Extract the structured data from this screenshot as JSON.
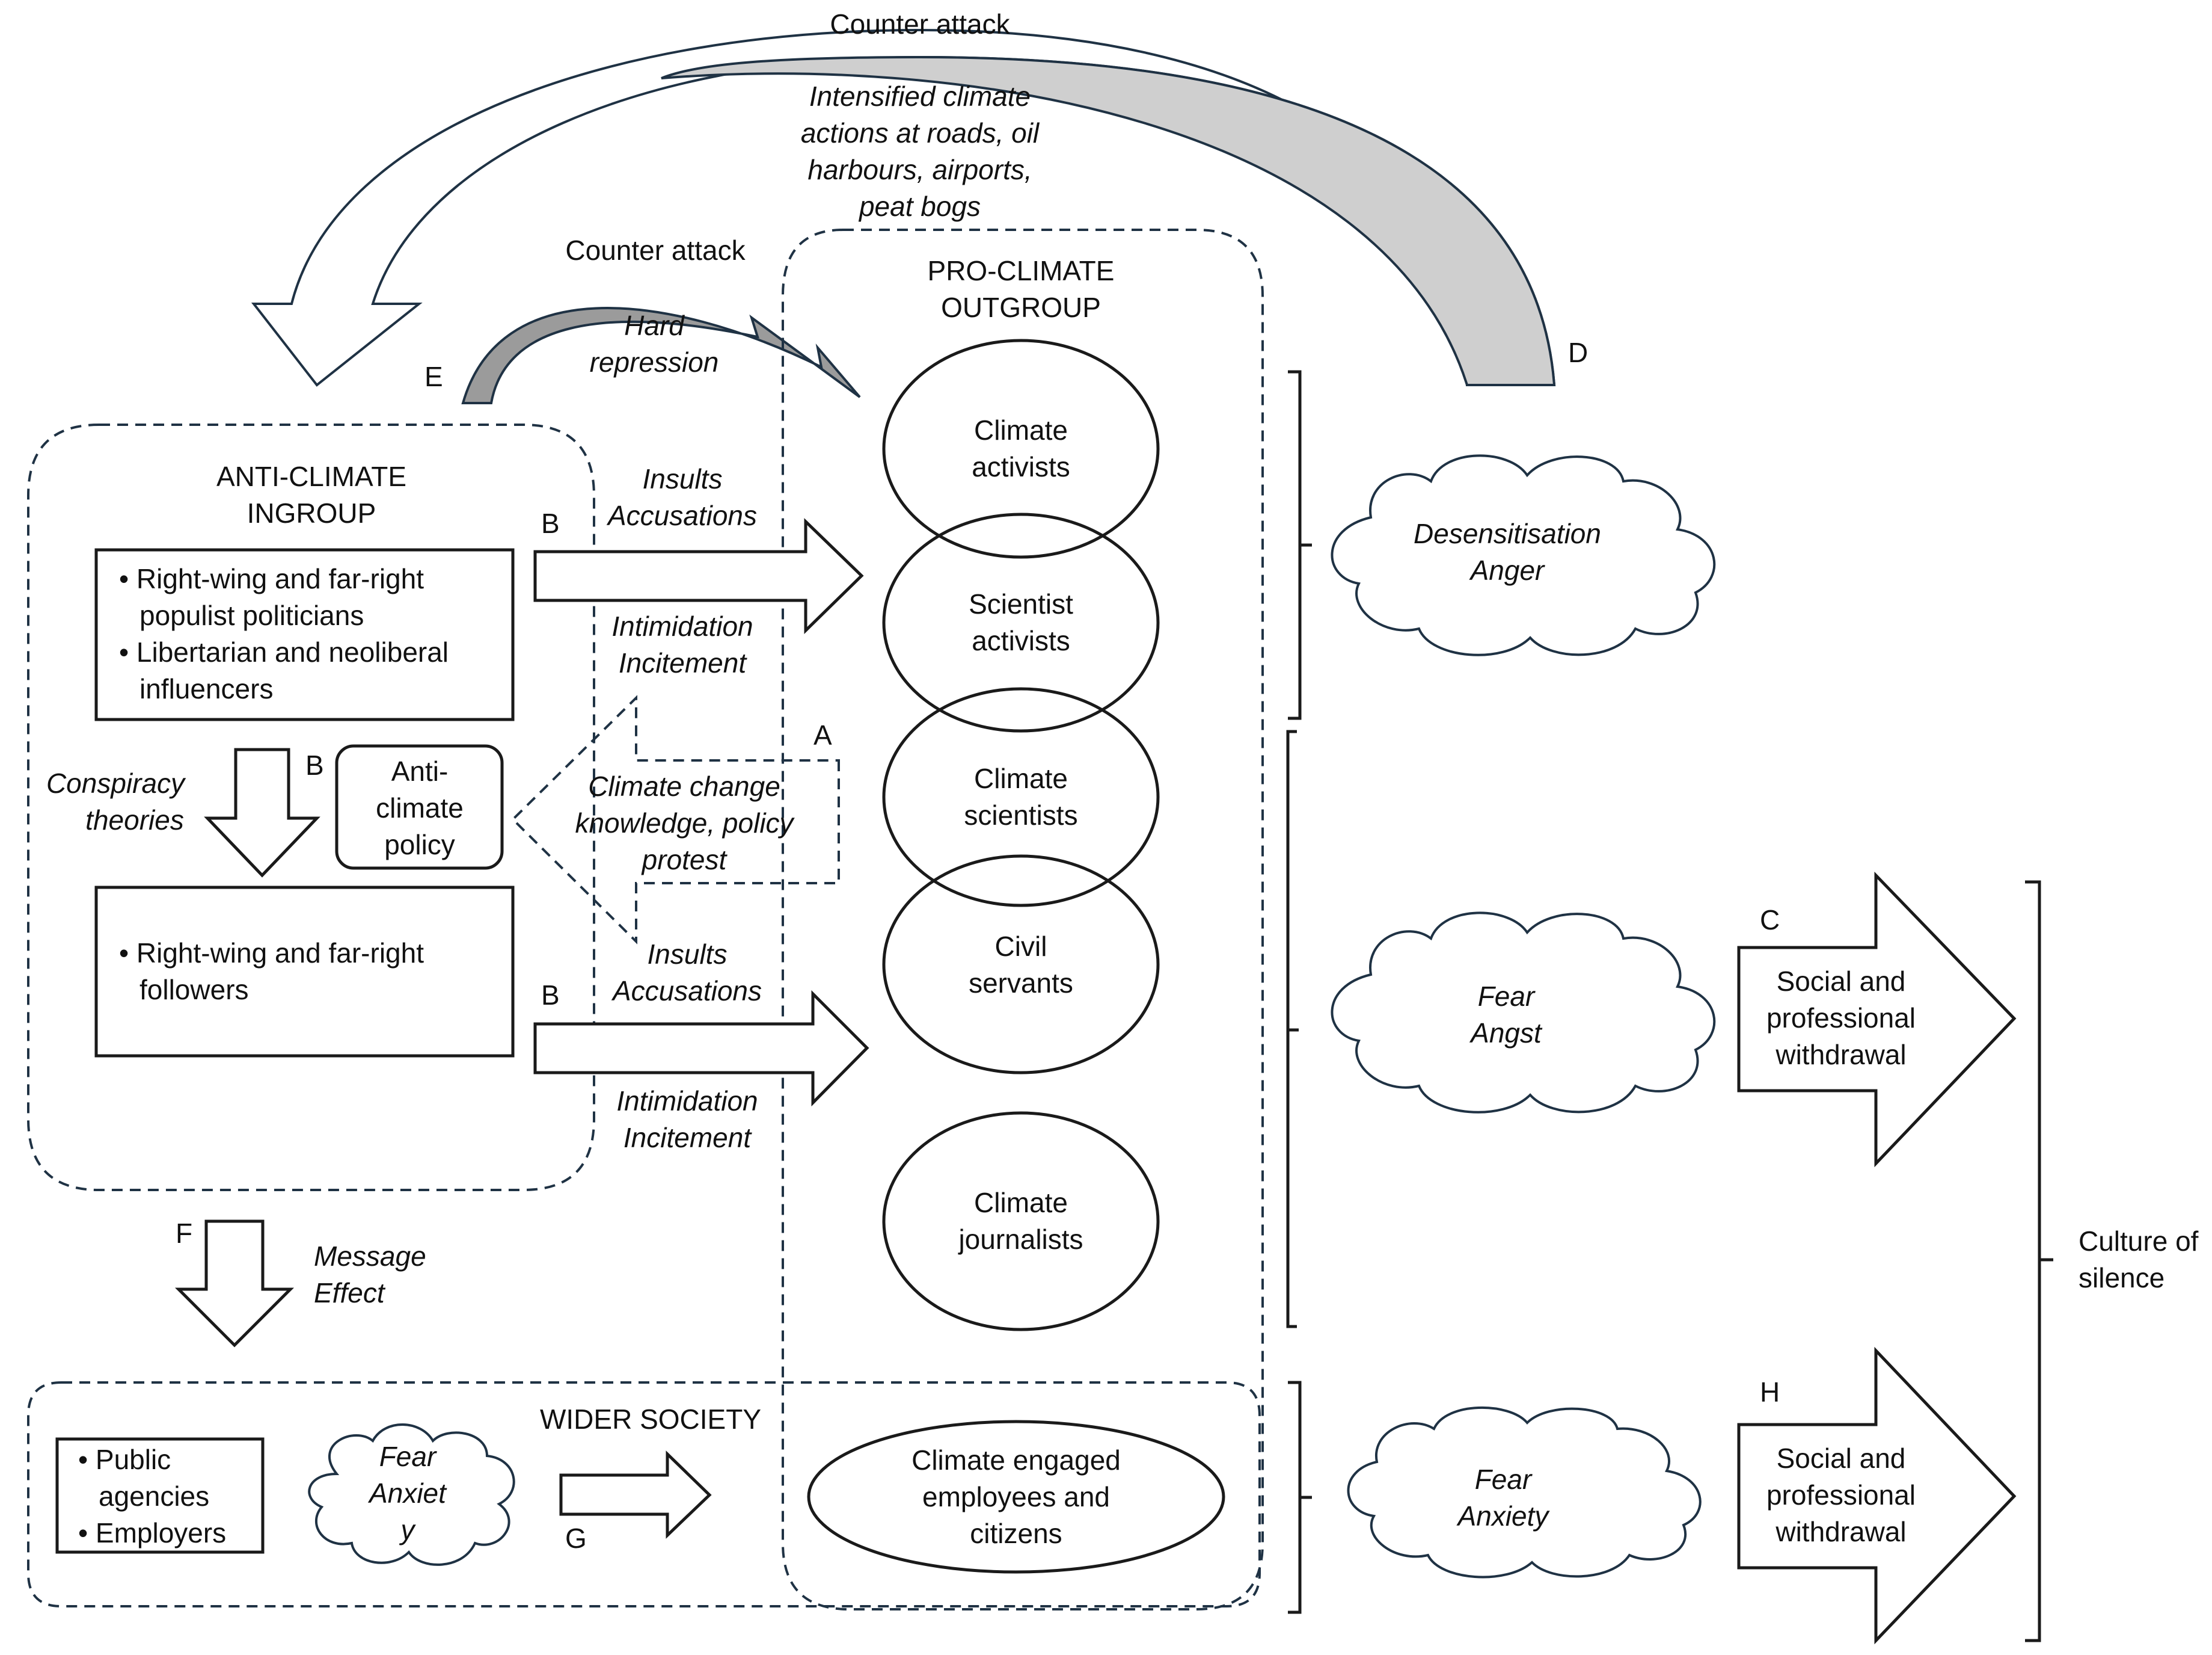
{
  "top_arrow": {
    "title": "Counter attack",
    "lines": [
      "Intensified climate",
      "actions at roads, oil",
      "harbours, airports,",
      "peat bogs"
    ],
    "letter": "D"
  },
  "inner_arrow": {
    "title": "Counter attack",
    "lines": [
      "Hard",
      "repression"
    ],
    "letter": "E"
  },
  "ingroup": {
    "title": [
      "ANTI-CLIMATE",
      "INGROUP"
    ],
    "box1": [
      "• Right-wing and far-right",
      "populist politicians",
      "• Libertarian and neoliberal",
      "influencers"
    ],
    "box2": [
      "• Right-wing and far-right",
      "followers"
    ],
    "policy": [
      "Anti-",
      "climate",
      "policy"
    ],
    "conspiracy": [
      "Conspiracy",
      "theories"
    ],
    "letter_down": "B"
  },
  "arrow_b1": {
    "letter": "B",
    "above": [
      "Insults",
      "Accusations"
    ],
    "below": [
      "Intimidation",
      "Incitement"
    ]
  },
  "arrow_b2": {
    "letter": "B",
    "above": [
      "Insults",
      "Accusations"
    ],
    "below": [
      "Intimidation",
      "Incitement"
    ]
  },
  "arrow_a": {
    "letter": "A",
    "lines": [
      "Climate change",
      "knowledge, policy",
      "protest"
    ]
  },
  "outgroup": {
    "title": [
      "PRO-CLIMATE",
      "OUTGROUP"
    ],
    "ellipses": [
      [
        "Climate",
        "activists"
      ],
      [
        "Scientist",
        "activists"
      ],
      [
        "Climate",
        "scientists"
      ],
      [
        "Civil",
        "servants"
      ],
      [
        "Climate",
        "journalists"
      ]
    ]
  },
  "emotions": [
    [
      "Desensitisation",
      "Anger"
    ],
    [
      "Fear",
      "Angst"
    ],
    [
      "Fear",
      "Anxiety"
    ]
  ],
  "withdrawal_c": {
    "letter": "C",
    "lines": [
      "Social and",
      "professional",
      "withdrawal"
    ]
  },
  "withdrawal_h": {
    "letter": "H",
    "lines": [
      "Social and",
      "professional",
      "withdrawal"
    ]
  },
  "culture": [
    "Culture of",
    "silence"
  ],
  "arrow_f": {
    "letter": "F",
    "lines": [
      "Message",
      "Effect"
    ]
  },
  "society": {
    "title": "WIDER SOCIETY",
    "box": [
      "• Public",
      "agencies",
      "• Employers"
    ],
    "cloud": [
      "Fear",
      "Anxiet",
      "y"
    ],
    "letter": "G",
    "engaged": [
      "Climate engaged",
      "employees and",
      "citizens"
    ]
  }
}
